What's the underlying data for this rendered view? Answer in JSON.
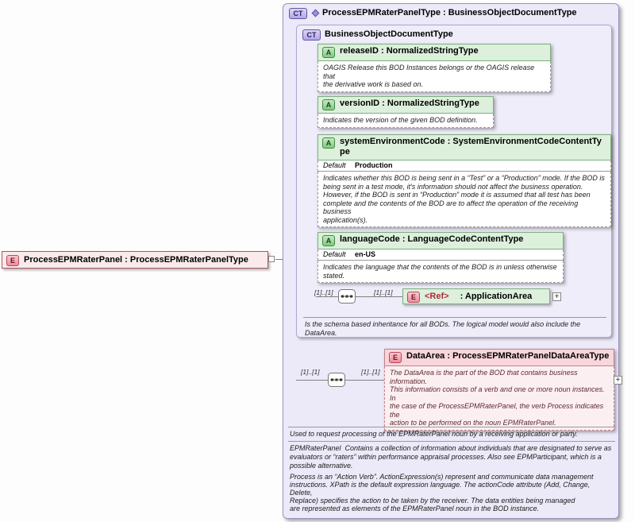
{
  "root": {
    "icon": "E",
    "label": "ProcessEPMRaterPanel : ProcessEPMRaterPanelType"
  },
  "container": {
    "icon": "CT",
    "title": "ProcessEPMRaterPanelType : BusinessObjectDocumentType",
    "base_type": {
      "icon": "CT",
      "title": "BusinessObjectDocumentType",
      "attributes": [
        {
          "icon": "A",
          "name": "releaseID : NormalizedStringType",
          "doc": "OAGIS Release this BOD Instances belongs or the OAGIS release that\nthe derivative work is based on."
        },
        {
          "icon": "A",
          "name": "versionID : NormalizedStringType",
          "doc": "Indicates the version of the given BOD definition."
        },
        {
          "icon": "A",
          "name": "systemEnvironmentCode : SystemEnvironmentCodeContentType",
          "default_label": "Default",
          "default_value": "Production",
          "doc": "Indicates whether this BOD is being sent in a “Test” or a “Production” mode. If the BOD is\nbeing sent in a test mode, it's information should not affect the business operation.\nHowever, if the BOD is sent in “Production” mode it is assumed that all test has been\ncomplete and the contents of the BOD are to affect the operation of the receiving business\napplication(s)."
        },
        {
          "icon": "A",
          "name": "languageCode : LanguageCodeContentType",
          "default_label": "Default",
          "default_value": "en-US",
          "doc": "Indicates the language that the contents of the BOD is in unless otherwise\nstated."
        }
      ],
      "sequence": {
        "left_cardinality": "[1]..[1]",
        "right_cardinality": "[1]..[1]"
      },
      "ref_element": {
        "icon": "E",
        "name": "<Ref>",
        "type": ": ApplicationArea",
        "expand": "+"
      },
      "doc": "Is the schema based inheritance for all BODs. The logical model would also include the\nDataArea."
    },
    "data_area": {
      "sequence": {
        "left_cardinality": "[1]..[1]",
        "right_cardinality": "[1]..[1]"
      },
      "element": {
        "icon": "E",
        "name": "DataArea : ProcessEPMRaterPanelDataAreaType",
        "expand": "+",
        "doc": "The DataArea is the part of the BOD that contains business information.\nThis information consists of a verb and one or more noun instances. In\nthe case of the ProcessEPMRaterPanel, the verb Process indicates the\naction to be performed on the noun EPMRaterPanel."
      }
    },
    "docs": {
      "summary": "Used to request processing of the EPMRaterPanel noun by a receiving application or party.",
      "noun": "EPMRaterPanel  Contains a collection of information about individuals that are designated to serve as\nevaluators or “raters” within performance appraisal processes. Also see EPMParticipant, which is a\npossible alternative.",
      "verb": "Process is an “Action Verb”. ActionExpression(s) represent and communicate data management\ninstructions. XPath is the default expression language. The actionCode attribute (Add, Change,\nDelete,\nReplace) specifies the action to be taken by the receiver. The data entities being managed\nare represented as elements of the EPMRaterPanel noun in the BOD instance."
    }
  }
}
